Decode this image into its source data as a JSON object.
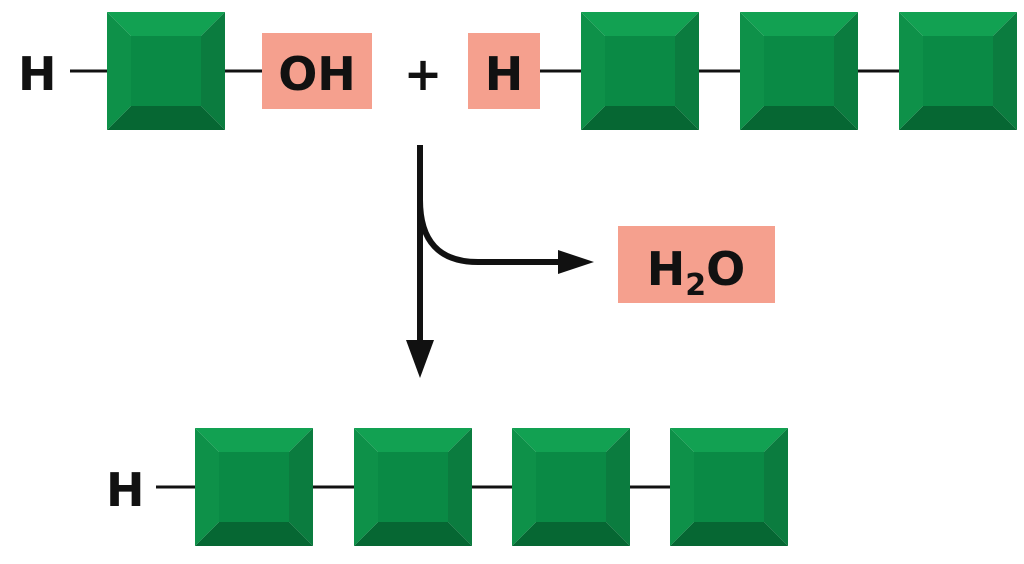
{
  "top_left": {
    "h_label": "H",
    "oh_label": "OH"
  },
  "plus_sign": "+",
  "top_right": {
    "h_label": "H"
  },
  "product_water": {
    "h": "H",
    "subscript": "2",
    "o": "O"
  },
  "bottom_chain": {
    "h_label": "H"
  },
  "colors": {
    "monomer_face": "#0a8a45",
    "monomer_light": "#12a152",
    "monomer_mid": "#0b7c3f",
    "monomer_dark": "#066733",
    "tag_fill": "#f5a08e",
    "ink": "#111111"
  }
}
